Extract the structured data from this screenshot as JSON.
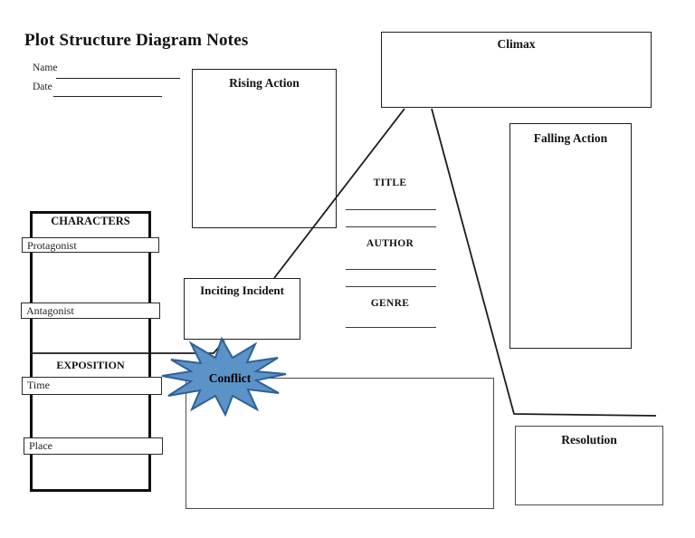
{
  "page": {
    "title": "Plot Structure Diagram Notes",
    "name_label": "Name",
    "date_label": "Date"
  },
  "diagram": {
    "climax": "Climax",
    "rising_action": "Rising Action",
    "falling_action": "Falling Action",
    "inciting_incident": "Inciting Incident",
    "conflict": "Conflict",
    "resolution": "Resolution"
  },
  "book_info": {
    "title_label": "TITLE",
    "author_label": "AUTHOR",
    "genre_label": "GENRE"
  },
  "characters_panel": {
    "header": "CHARACTERS",
    "protagonist_label": "Protagonist",
    "antagonist_label": "Antagonist"
  },
  "exposition_panel": {
    "header": "EXPOSITION",
    "time_label": "Time",
    "place_label": "Place"
  },
  "colors": {
    "star_fill": "#5b93c8",
    "star_border": "#2f6095",
    "line_color": "#1c1c1c"
  }
}
